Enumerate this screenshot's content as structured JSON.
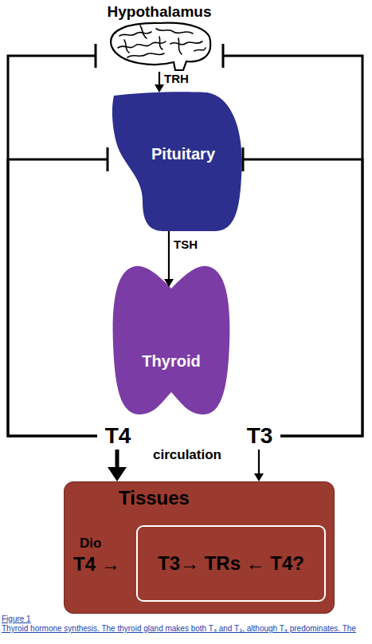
{
  "diagram": {
    "caption": "Thyroid hormone synthesis. The thyroid gland makes both T₄ and T₃, although T₄ predominates. The",
    "nodes": [
      {
        "text": [
          "Hypothalamus"
        ]
      },
      {
        "text": [
          "Pituitary"
        ]
      },
      {
        "text": [
          "Thyroid"
        ]
      },
      {
        "text": [
          "T4"
        ]
      },
      {
        "text": [
          "T3"
        ]
      },
      {
        "text": [
          "Tissues"
        ]
      },
      {
        "text": [
          "T3→ TRs ← T4?"
        ],
        "in": 5
      }
    ],
    "edges": [
      {
        "from": 0,
        "to": 1,
        "label": "TRH",
        "arrow": "to"
      },
      {
        "from": 1,
        "to": 2,
        "label": "TSH",
        "arrow": "to"
      },
      {
        "from": 3,
        "to": 0,
        "arrow": "to"
      },
      {
        "from": 3,
        "to": 1,
        "arrow": "to"
      },
      {
        "from": 4,
        "to": 0,
        "arrow": "to"
      },
      {
        "from": 4,
        "to": 1,
        "arrow": "to"
      },
      {
        "from": 3,
        "to": 5,
        "arrow": "to"
      },
      {
        "from": 4,
        "to": 5,
        "arrow": "to"
      }
    ],
    "labels": [
      "circulation",
      "Dio",
      "T4 →",
      "Figure 1"
    ]
  }
}
